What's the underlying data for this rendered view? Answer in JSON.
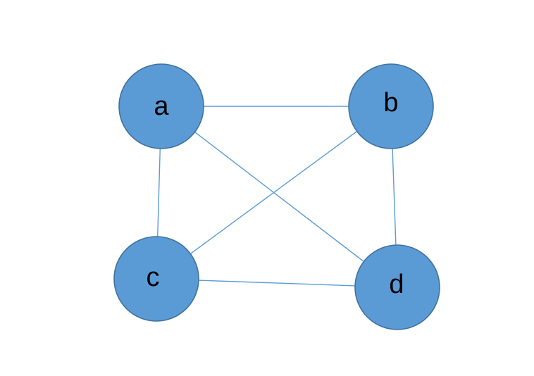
{
  "graph": {
    "nodes": [
      {
        "id": "a",
        "label": "a"
      },
      {
        "id": "b",
        "label": "b"
      },
      {
        "id": "c",
        "label": "c"
      },
      {
        "id": "d",
        "label": "d"
      }
    ],
    "edges": [
      {
        "from": "a",
        "to": "b"
      },
      {
        "from": "a",
        "to": "c"
      },
      {
        "from": "a",
        "to": "d"
      },
      {
        "from": "b",
        "to": "c"
      },
      {
        "from": "b",
        "to": "d"
      },
      {
        "from": "c",
        "to": "d"
      }
    ]
  },
  "colors": {
    "node_fill": "#5b9bd5",
    "node_stroke": "#41719c",
    "edge": "#5b9bd5",
    "label": "#000000"
  }
}
